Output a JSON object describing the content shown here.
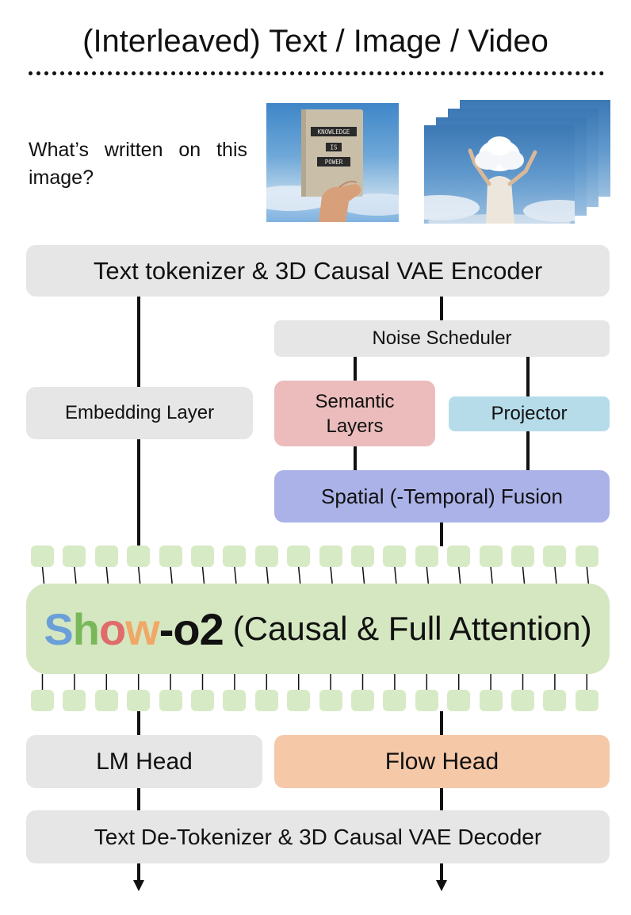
{
  "header": {
    "title": "(Interleaved) Text / Image / Video"
  },
  "input": {
    "question": "What’s written on this image?",
    "book_text": [
      "KNOWLEDGE",
      "IS",
      "POWER"
    ]
  },
  "blocks": {
    "encoder": "Text tokenizer & 3D Causal VAE Encoder",
    "noise_scheduler": "Noise Scheduler",
    "embedding": "Embedding Layer",
    "semantic": "Semantic Layers",
    "projector": "Projector",
    "fusion": "Spatial (-Temporal) Fusion",
    "lm_head": "LM Head",
    "flow_head": "Flow Head",
    "decoder": "Text De-Tokenizer & 3D Causal VAE Decoder"
  },
  "model": {
    "name_letters": [
      "S",
      "h",
      "o",
      "w"
    ],
    "name_suffix": "-o2",
    "attention": "(Causal & Full Attention)"
  },
  "colors": {
    "gray_block": "#e6e6e6",
    "semantic": "#ecbcbc",
    "projector": "#b6dcea",
    "fusion": "#aab2e8",
    "flow_head": "#f5c8a8",
    "model_block": "#d5e7c1",
    "token": "#d7eac6",
    "logo_s": "#6a9fd8",
    "logo_h": "#79b85a",
    "logo_o": "#e06b6b",
    "logo_w": "#f0a868"
  }
}
